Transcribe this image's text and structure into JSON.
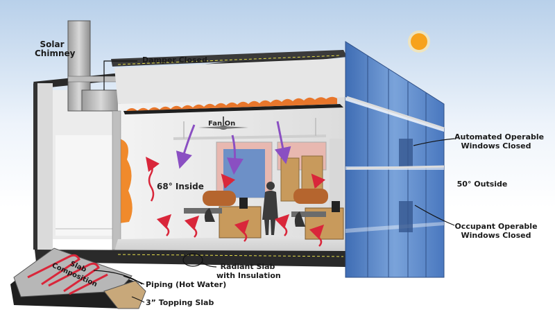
{
  "labels": {
    "solar_chimney_line1": "Solar",
    "solar_chimney_line2": "Chimney",
    "damper": "Damper Closed",
    "fan": "Fan On",
    "inside_temp": "68° Inside",
    "auto_windows_line1": "Automated Operable",
    "auto_windows_line2": "Windows Closed",
    "outside_temp": "50° Outside",
    "occupant_windows_line1": "Occupant Operable",
    "occupant_windows_line2": "Windows Closed",
    "radiant_slab_line1": "Radiant Slab",
    "radiant_slab_line2": "with Insulation",
    "slab_composition_line1": "Slab",
    "slab_composition_line2": "Composition",
    "piping": "Piping (Hot Water)",
    "topping_slab": "3” Topping Slab"
  },
  "colors": {
    "sky_top": "#b8d0ea",
    "sun": "#f7a21b",
    "glass": "#5b86c6",
    "slab": "#2a2a2a",
    "ceiling_panel": "#e8762b",
    "cool_arrow": "#8a4fc2",
    "warm_arrow": "#d9263a",
    "insulation": "#f08a2c",
    "wood": "#c89a5c"
  },
  "icons": [
    "sun-icon",
    "ceiling-fan-icon",
    "person-silhouette-icon"
  ]
}
